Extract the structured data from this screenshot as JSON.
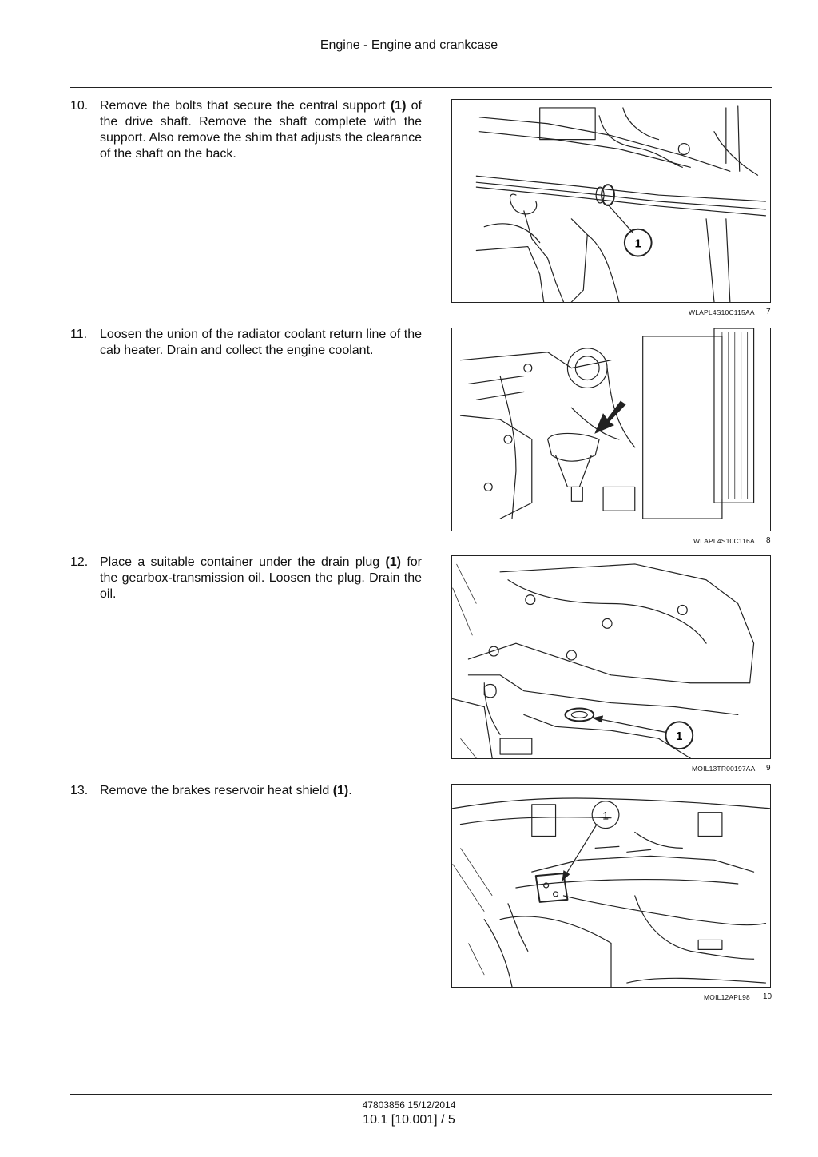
{
  "header": {
    "title": "Engine - Engine and crankcase"
  },
  "steps": [
    {
      "number": "10.",
      "text": "Remove the bolts that secure the central support ",
      "bold": "(1)",
      "text_after": " of the drive shaft.  Remove the shaft complete with the support.  Also remove the shim that adjusts the clearance of the shaft on the back.",
      "figure": {
        "code": "WLAPL4S10C115AA",
        "number": "7",
        "callout": "1"
      }
    },
    {
      "number": "11.",
      "text": "Loosen the union of the radiator coolant return line of the cab heater. Drain and collect the engine coolant.",
      "bold": "",
      "text_after": "",
      "figure": {
        "code": "WLAPL4S10C116A",
        "number": "8",
        "callout": ""
      }
    },
    {
      "number": "12.",
      "text": "Place a suitable container under the drain plug ",
      "bold": "(1)",
      "text_after": " for the gearbox-transmission oil.  Loosen the plug.  Drain the oil.",
      "figure": {
        "code": "MOIL13TR00197AA",
        "number": "9",
        "callout": "1"
      }
    },
    {
      "number": "13.",
      "text": "Remove the brakes reservoir heat shield ",
      "bold": "(1)",
      "text_after": ".",
      "figure": {
        "code": "MOIL12APL98",
        "number": "10",
        "callout": "1"
      }
    }
  ],
  "footer": {
    "doc_code": "47803856 15/12/2014",
    "page": "10.1 [10.001] / 5"
  }
}
